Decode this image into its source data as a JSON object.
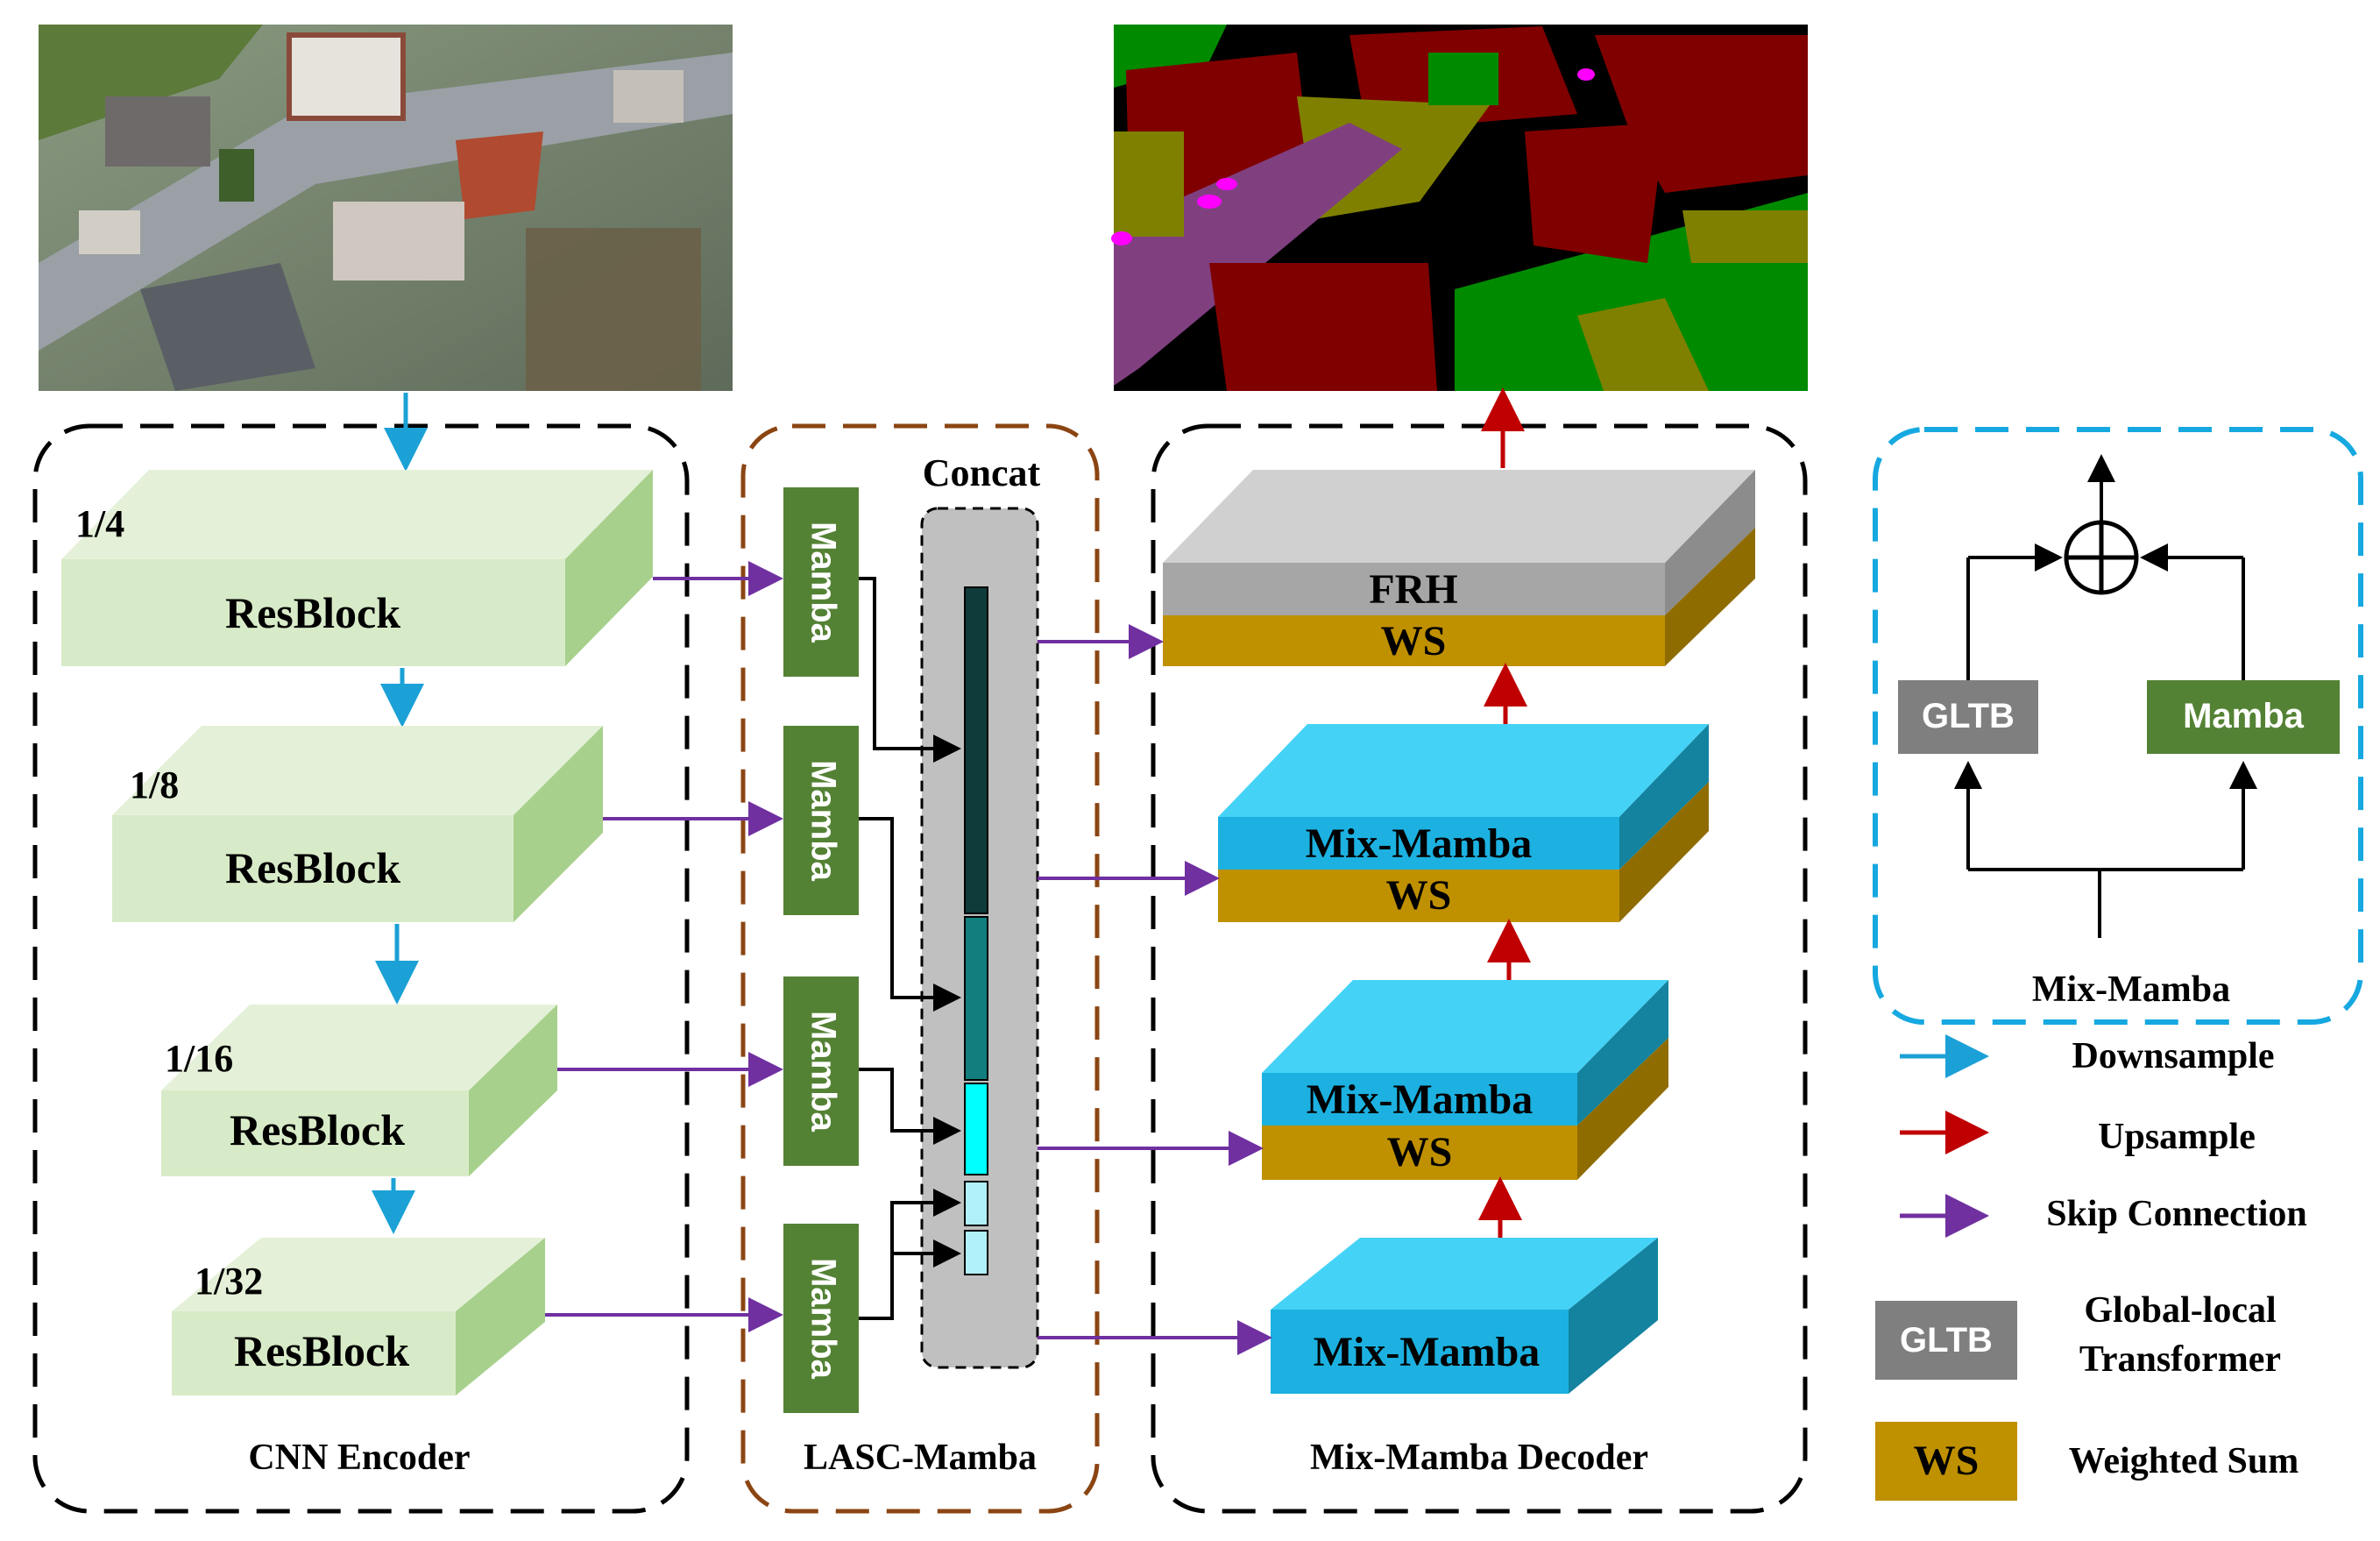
{
  "encoder": {
    "label": "CNN Encoder",
    "blocks": [
      {
        "scale": "1/4",
        "name": "ResBlock"
      },
      {
        "scale": "1/8",
        "name": "ResBlock"
      },
      {
        "scale": "1/16",
        "name": "ResBlock"
      },
      {
        "scale": "1/32",
        "name": "ResBlock"
      }
    ]
  },
  "lasc": {
    "label": "LASC-Mamba",
    "concat_label": "Concat",
    "mamba_label": "Mamba"
  },
  "decoder": {
    "label": "Mix-Mamba Decoder",
    "top_block": {
      "top": "FRH",
      "bottom": "WS"
    },
    "mid_blocks": [
      {
        "top": "Mix-Mamba",
        "bottom": "WS"
      },
      {
        "top": "Mix-Mamba",
        "bottom": "WS"
      }
    ],
    "bottom_block": {
      "label": "Mix-Mamba"
    }
  },
  "mix_mamba_detail": {
    "label": "Mix-Mamba",
    "gltb": "GLTB",
    "mamba": "Mamba"
  },
  "legend": {
    "downsample": "Downsample",
    "upsample": "Upsample",
    "skip": "Skip Connection",
    "gltb_box": "GLTB",
    "gltb_desc_1": "Global-local",
    "gltb_desc_2": "Transformer",
    "ws_box": "WS",
    "ws_desc": "Weighted Sum"
  },
  "colors": {
    "encoder_block": "#d8ebc8",
    "encoder_block_side": "#a8d08d",
    "mamba_green": "#548235",
    "decoder_cyan": "#40cff5",
    "decoder_cyan_side": "#1692b8",
    "ws_gold": "#bf9000",
    "frh_gray": "#a6a6a6",
    "downsample_arrow": "#1ba1d6",
    "upsample_arrow": "#c00000",
    "skip_arrow": "#7030a0",
    "lasc_border": "#8b4513",
    "mix_border": "#16a8e0"
  }
}
